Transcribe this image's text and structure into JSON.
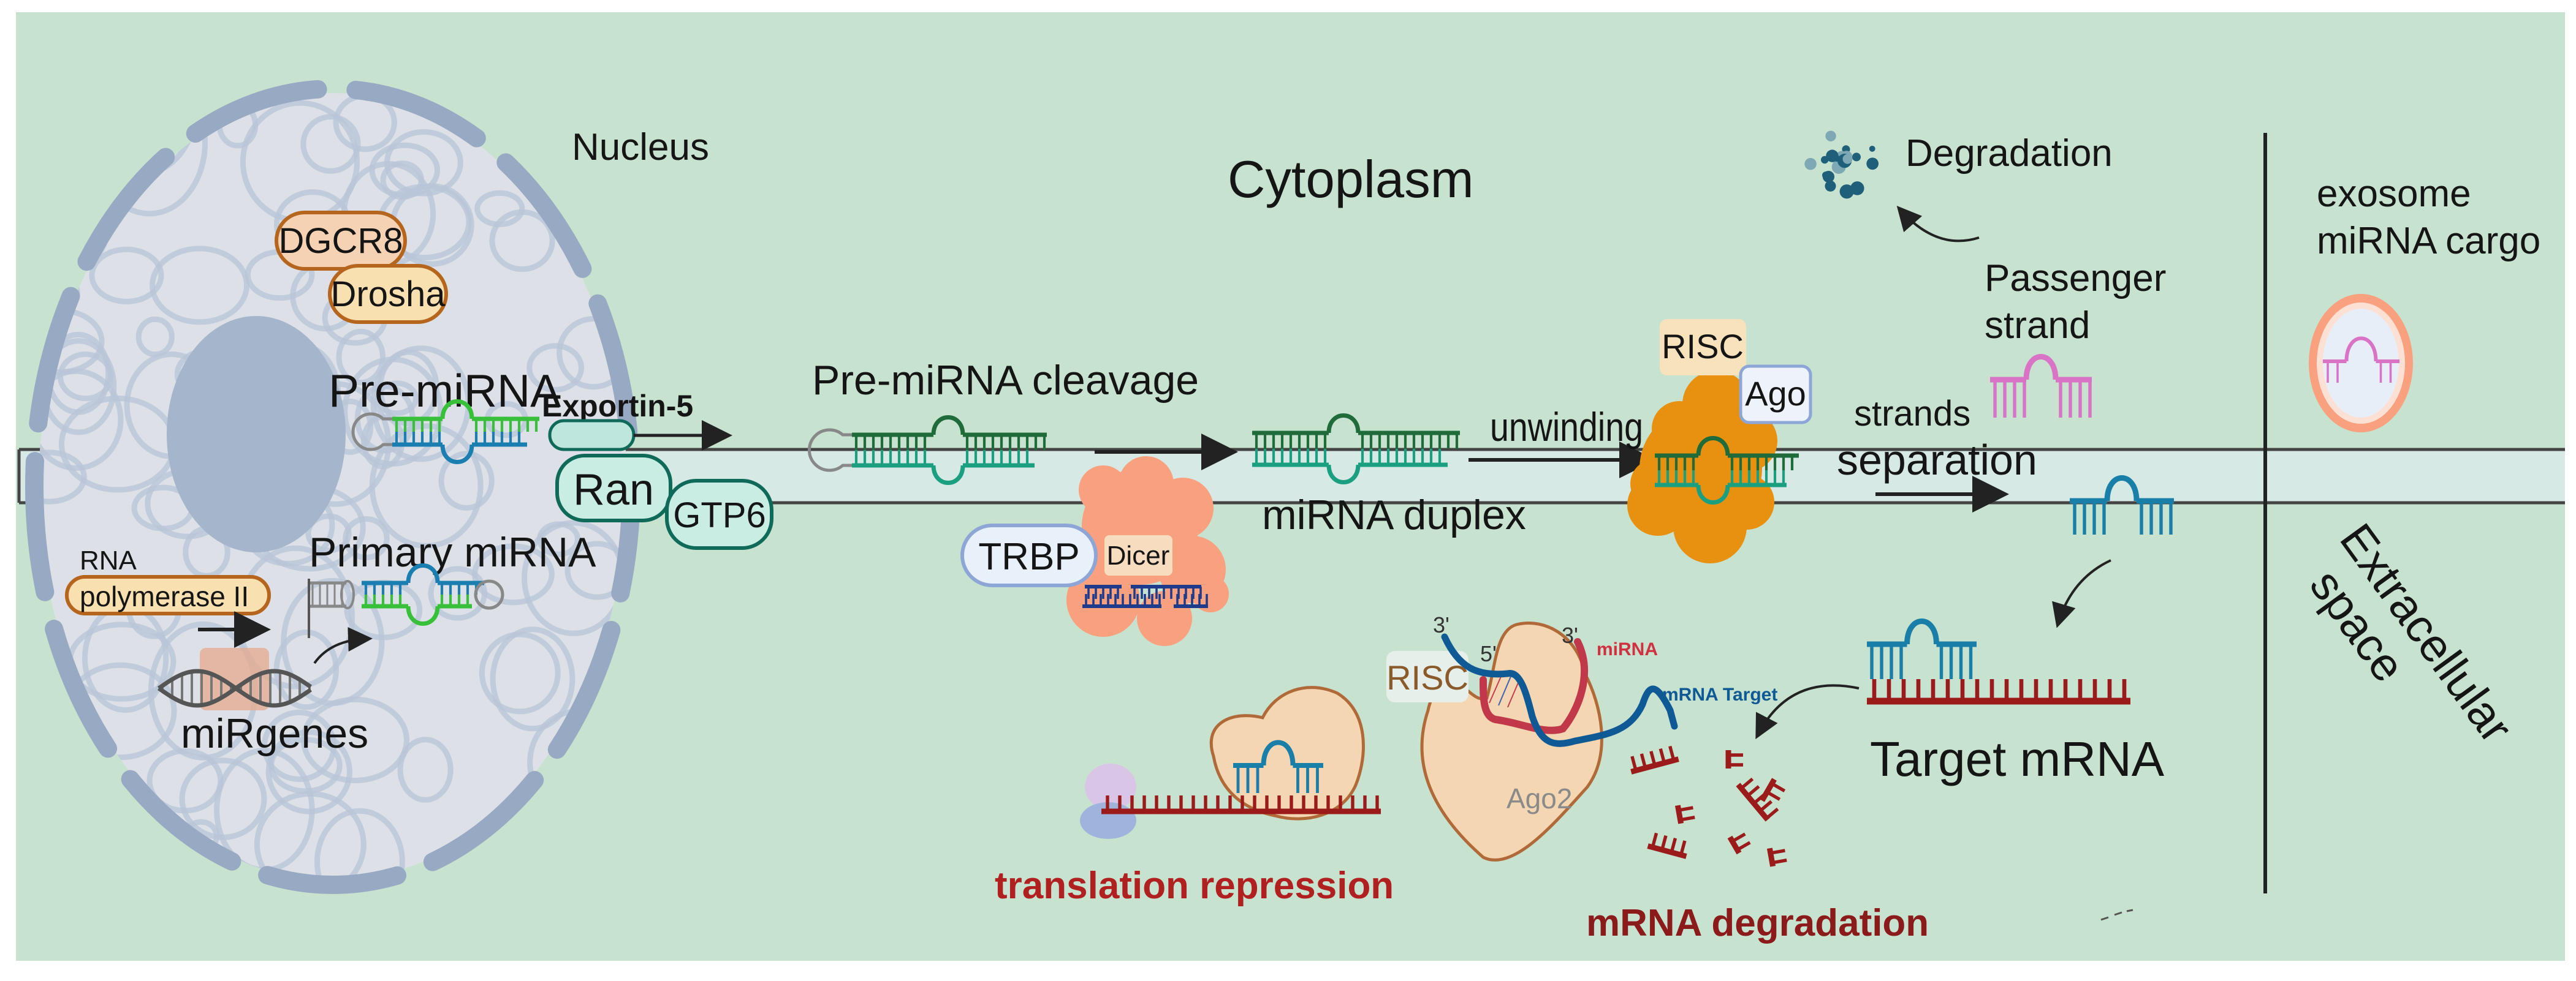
{
  "labels": {
    "nucleus": "Nucleus",
    "cytoplasm": "Cytoplasm",
    "dgcr8": "DGCR8",
    "drosha": "Drosha",
    "pre_mirna": "Pre-miRNA",
    "exportin": "Exportin-5",
    "ran": "Ran",
    "gtp6": "GTP6",
    "primary_mirna": "Primary miRNA",
    "rna": "RNA",
    "polymerase": "polymerase II",
    "mirgenes": "miRgenes",
    "cleavage": "Pre-miRNA cleavage",
    "trbp": "TRBP",
    "dicer": "Dicer",
    "duplex": "miRNA duplex",
    "unwinding": "unwinding",
    "risc": "RISC",
    "ago": "Ago",
    "strands": "strands",
    "separation": "separation",
    "passenger_line1": "Passenger",
    "passenger_line2": "strand",
    "degradation": "Degradation",
    "exosome_line1": "exosome",
    "exosome_line2": "miRNA cargo",
    "extracellular_line1": "Extracellular",
    "extracellular_line2": "space",
    "target_mrna": "Target mRNA",
    "risc_complex": "RISC",
    "ago2": "Ago2",
    "three_prime": "3'",
    "five_prime": "5'",
    "mirna_small": "miRNA",
    "mrna_target": "mRNA Target",
    "translation_repression": "translation repression",
    "mrna_degradation": "mRNA degradation"
  },
  "colors": {
    "background": "#c8e2d0",
    "membrane_band": "#d6e9e4",
    "nucleus": "#dde0e6",
    "nuclear_envelope": "#98a9c3",
    "nucleolus": "#a5b5cb",
    "mirna_green": "#1f6b3a",
    "mirna_teal": "#1aa080",
    "guide_blue": "#1a7fa8",
    "mrna_red": "#9b1b1b",
    "passenger_pink": "#d873c6",
    "risc_orange": "#e8900f",
    "dicer_orange": "#f9a07e",
    "highlight_red": "#b02020"
  }
}
